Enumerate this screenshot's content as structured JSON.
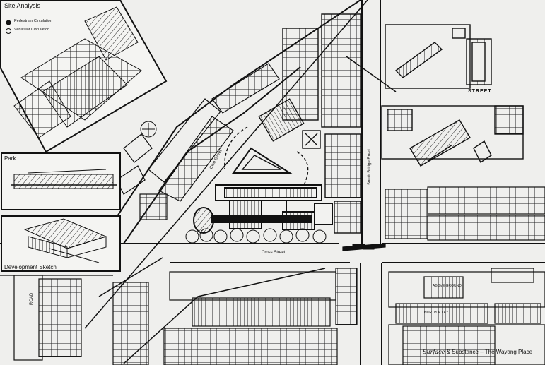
{
  "inset_site_analysis": {
    "title": "Site Analysis",
    "legend": [
      {
        "label": "Pedestrian Circulation",
        "symbol": "filled-dot"
      },
      {
        "label": "Vehicular Circulation",
        "symbol": "open-dot"
      }
    ]
  },
  "inset_park": {
    "title": "Park"
  },
  "inset_development": {
    "title": "Development Sketch"
  },
  "streets": {
    "club": "Club Street",
    "south_bridge": "South Bridge Road",
    "cross": "Cross Street",
    "upper_right": "STREET",
    "left": "ROAD"
  },
  "title_block": {
    "title_script": "Surface",
    "title_rest": "& Substance – The Wayang Place",
    "subtitle": "",
    "level_labels": [
      "ABOVE GROUND",
      "NORTH ALLEY"
    ]
  },
  "colors": {
    "paper": "#efefed",
    "ink": "#111111",
    "hatch": "#333333"
  }
}
